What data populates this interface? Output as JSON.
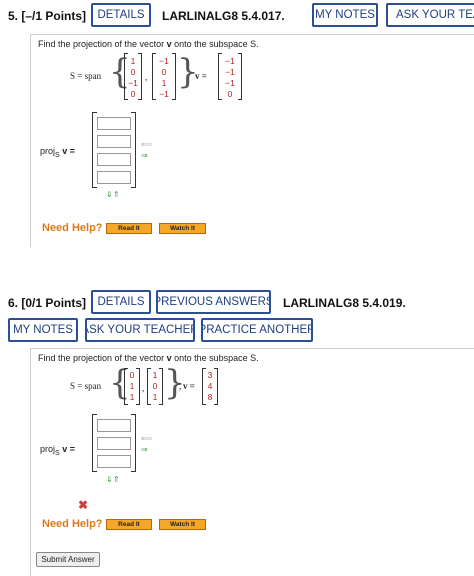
{
  "q5": {
    "number": "5.",
    "points": "[–/1 Points]",
    "details": "DETAILS",
    "code": "LARLINALG8 5.4.017.",
    "my_notes": "MY NOTES",
    "ask_teacher": "ASK YOUR TEACH",
    "prompt_prefix": "Find the projection of the vector ",
    "prompt_v": "v",
    "prompt_suffix": " onto the subspace S.",
    "s_span": "S = span",
    "v_eq": "v =",
    "basis1": [
      "1",
      "0",
      "−1",
      "0"
    ],
    "basis2": [
      "−1",
      "0",
      "1",
      "−1"
    ],
    "vector": [
      "−1",
      "−1",
      "−1",
      "0"
    ],
    "proj_label": "proj",
    "proj_sub": "S",
    "proj_v": "v =",
    "need_help": "Need Help?",
    "read_it": "Read It",
    "watch_it": "Watch It"
  },
  "q6": {
    "number": "6.",
    "points": "[0/1 Points]",
    "details": "DETAILS",
    "previous_answers": "PREVIOUS ANSWERS",
    "code": "LARLINALG8 5.4.019.",
    "my_notes": "MY NOTES",
    "ask_teacher": "ASK YOUR TEACHER",
    "practice_another": "PRACTICE ANOTHER",
    "prompt_prefix": "Find the projection of the vector ",
    "prompt_v": "v",
    "prompt_suffix": " onto the subspace S.",
    "s_span": "S = span",
    "v_eq": "v =",
    "basis1": [
      "0",
      "1",
      "1"
    ],
    "basis2": [
      "1",
      "0",
      "1"
    ],
    "vector": [
      "3",
      "4",
      "8"
    ],
    "proj_label": "proj",
    "proj_sub": "S",
    "proj_v": "v =",
    "need_help": "Need Help?",
    "read_it": "Read It",
    "watch_it": "Watch It",
    "submit": "Submit Answer"
  },
  "colors": {
    "button_border": "#2b4f96",
    "value_red": "#b22222",
    "help_orange": "#d97b1a",
    "error_red": "#d23b3b",
    "arrow_green": "#2a9d3a"
  },
  "icons": [
    "clear-icon",
    "arrow-right-icon",
    "arrow-down-icon",
    "arrow-up-icon",
    "incorrect-x-icon"
  ]
}
